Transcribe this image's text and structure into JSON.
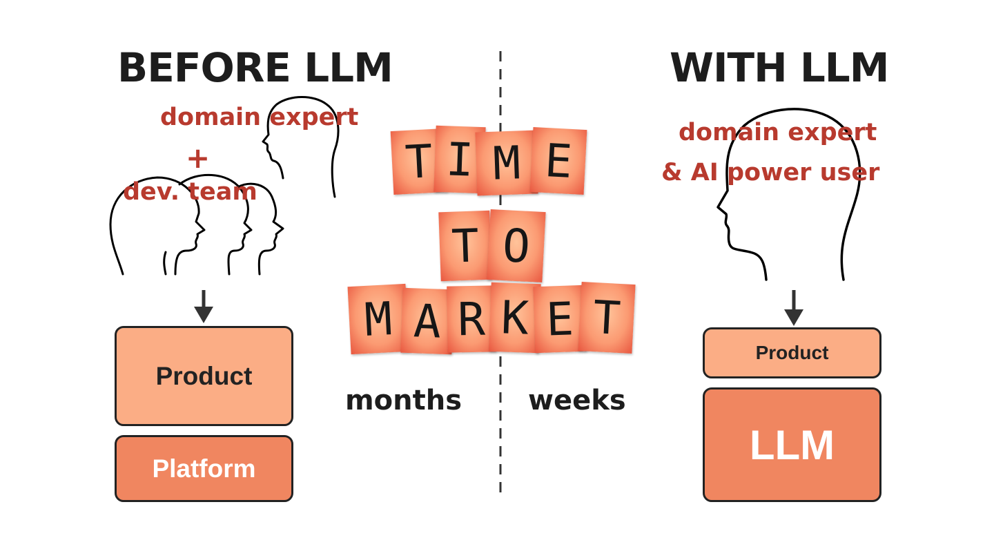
{
  "before": {
    "heading": "BEFORE LLM",
    "domain_expert": "domain expert",
    "plus": "+",
    "dev_team": "dev. team",
    "product": "Product",
    "platform": "Platform"
  },
  "with": {
    "heading": "WITH LLM",
    "domain_expert_line1": "domain expert",
    "domain_expert_line2": "& AI power user",
    "product": "Product",
    "llm": "LLM"
  },
  "center": {
    "word_time": [
      "T",
      "I",
      "M",
      "E"
    ],
    "word_to": [
      "T",
      "O"
    ],
    "word_market": [
      "M",
      "A",
      "R",
      "K",
      "E",
      "T"
    ],
    "months": "months",
    "weeks": "weeks"
  },
  "colors": {
    "accent_red": "#b83a2e",
    "box_light": "#fbad85",
    "box_dark": "#f08660",
    "outline": "#222222"
  }
}
